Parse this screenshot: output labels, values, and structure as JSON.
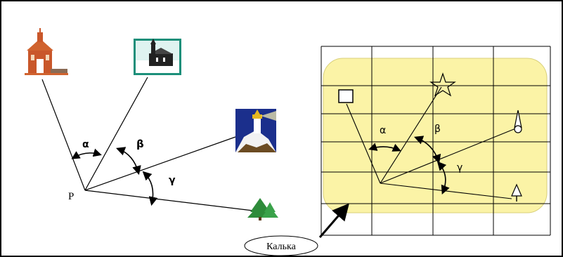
{
  "left_diagram": {
    "point_label": "P",
    "angle_labels": {
      "alpha": "α",
      "beta": "β",
      "gamma": "γ"
    },
    "landmarks": [
      "church-icon",
      "chapel-icon",
      "lighthouse-icon",
      "tree-icon"
    ]
  },
  "right_diagram": {
    "angle_labels": {
      "alpha": "α",
      "beta": "β",
      "gamma": "γ"
    },
    "map_symbols": [
      "square-symbol",
      "star-symbol",
      "tower-symbol",
      "tree-symbol"
    ],
    "colors": {
      "tracing_fill": "#fbf3a6",
      "grid": "#000000"
    }
  },
  "callout": {
    "label": "Калька"
  }
}
